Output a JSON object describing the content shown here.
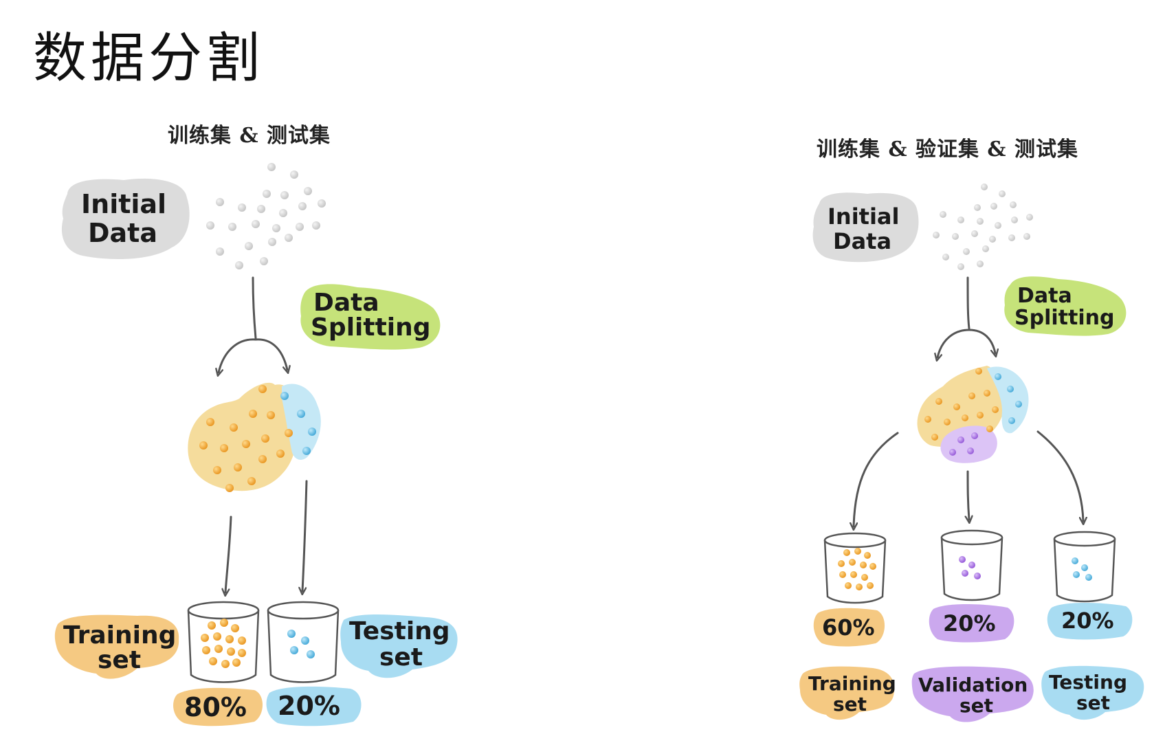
{
  "title": "数据分割",
  "colors": {
    "initial": "#dcdcdc",
    "splitting": "#c6e37a",
    "training": "#f5c982",
    "testing": "#a8dcf2",
    "validation": "#cba8ee",
    "orange_dot": "#f2a53a",
    "blue_dot": "#5bb9e3",
    "purple_dot": "#a56be0",
    "grey_dot": "#d8d8d8"
  },
  "left": {
    "subtitle": "训练集 & 测试集",
    "initial_label": [
      "Initial",
      "Data"
    ],
    "splitting_label": [
      "Data",
      "Splitting"
    ],
    "training_label": [
      "Training",
      "set"
    ],
    "testing_label": [
      "Testing",
      "set"
    ],
    "training_pct": "80%",
    "testing_pct": "20%",
    "split": {
      "training": 80,
      "testing": 20
    }
  },
  "right": {
    "subtitle": "训练集 & 验证集 & 测试集",
    "initial_label": [
      "Initial",
      "Data"
    ],
    "splitting_label": [
      "Data",
      "Splitting"
    ],
    "training_label": [
      "Training",
      "set"
    ],
    "validation_label": [
      "Validation",
      "set"
    ],
    "testing_label": [
      "Testing",
      "set"
    ],
    "training_pct": "60%",
    "validation_pct": "20%",
    "testing_pct": "20%",
    "split": {
      "training": 60,
      "validation": 20,
      "testing": 20
    }
  }
}
